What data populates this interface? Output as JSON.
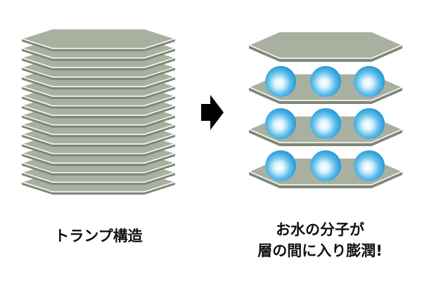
{
  "diagram": {
    "left_label": "トランプ構造",
    "right_label_line1": "お水の分子が",
    "right_label_line2": "層の間に入り膨潤!",
    "left_stack": {
      "plate_count": 16,
      "plate_color": "#a9b0a0",
      "plate_edge_color": "#7f8878"
    },
    "right_stack": {
      "plate_count": 4,
      "molecule_rows": 3,
      "molecules_per_row": 3,
      "molecule_color": "#3aa6e0"
    },
    "arrow_color": "#000000"
  }
}
